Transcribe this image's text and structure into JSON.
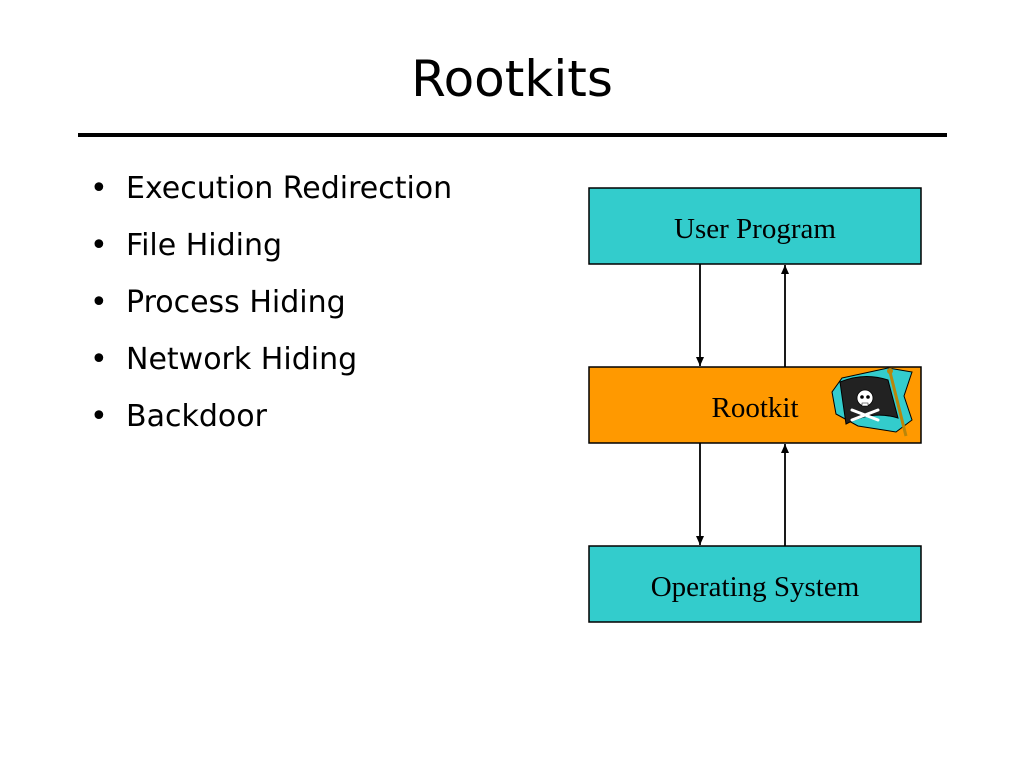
{
  "slide": {
    "title": "Rootkits"
  },
  "bullets": [
    "Execution Redirection",
    "File Hiding",
    "Process Hiding",
    "Network Hiding",
    "Backdoor"
  ],
  "diagram": {
    "boxes": {
      "user_program": "User Program",
      "rootkit": "Rootkit",
      "operating_system": "Operating System"
    },
    "colors": {
      "layer_box": "#33CCCC",
      "rootkit_box": "#FF9900",
      "outline": "#000000"
    },
    "icons": {
      "rootkit": "pirate-flag-icon"
    }
  }
}
